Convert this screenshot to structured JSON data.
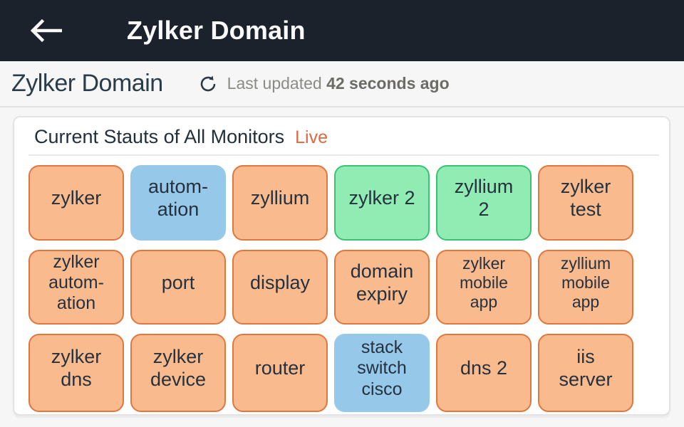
{
  "app_bar": {
    "title": "Zylker Domain",
    "back_icon": "left-arrow",
    "background": "#1b222b"
  },
  "page_header": {
    "title": "Zylker Domain",
    "refresh_icon": "refresh",
    "last_updated_label": "Last updated",
    "last_updated_value": "42 seconds ago"
  },
  "monitors_card": {
    "title": "Current Stauts of All Monitors",
    "live_label": "Live",
    "status_colors": {
      "trouble_fill": "#f9bb8e",
      "trouble_border": "#e0773e",
      "up_fill": "#90ecb2",
      "up_border": "#3cc173",
      "maintenance_fill": "#96c8ea",
      "maintenance_border": "#96c8ea",
      "label_text": "#25313e"
    },
    "tiles": [
      {
        "label": "zylker",
        "status": "trouble",
        "text_size": "md"
      },
      {
        "label": "autom-\nation",
        "status": "maintenance",
        "text_size": "md"
      },
      {
        "label": "zyllium",
        "status": "trouble",
        "text_size": "md"
      },
      {
        "label": "zylker 2",
        "status": "up",
        "text_size": "md"
      },
      {
        "label": "zyllium\n2",
        "status": "up",
        "text_size": "md"
      },
      {
        "label": "zylker\ntest",
        "status": "trouble",
        "text_size": "md"
      },
      {
        "label": "zylker\nautom-\nation",
        "status": "trouble",
        "text_size": "sm"
      },
      {
        "label": "port",
        "status": "trouble",
        "text_size": "md"
      },
      {
        "label": "display",
        "status": "trouble",
        "text_size": "md"
      },
      {
        "label": "domain\nexpiry",
        "status": "trouble",
        "text_size": "md"
      },
      {
        "label": "zylker\nmobile\napp",
        "status": "trouble",
        "text_size": "xs"
      },
      {
        "label": "zyllium\nmobile\napp",
        "status": "trouble",
        "text_size": "xs"
      },
      {
        "label": "zylker\ndns",
        "status": "trouble",
        "text_size": "md"
      },
      {
        "label": "zylker\ndevice",
        "status": "trouble",
        "text_size": "md"
      },
      {
        "label": "router",
        "status": "trouble",
        "text_size": "md"
      },
      {
        "label": "stack\nswitch\ncisco",
        "status": "maintenance",
        "text_size": "sm"
      },
      {
        "label": "dns 2",
        "status": "trouble",
        "text_size": "md"
      },
      {
        "label": "iis\nserver",
        "status": "trouble",
        "text_size": "md"
      }
    ]
  }
}
